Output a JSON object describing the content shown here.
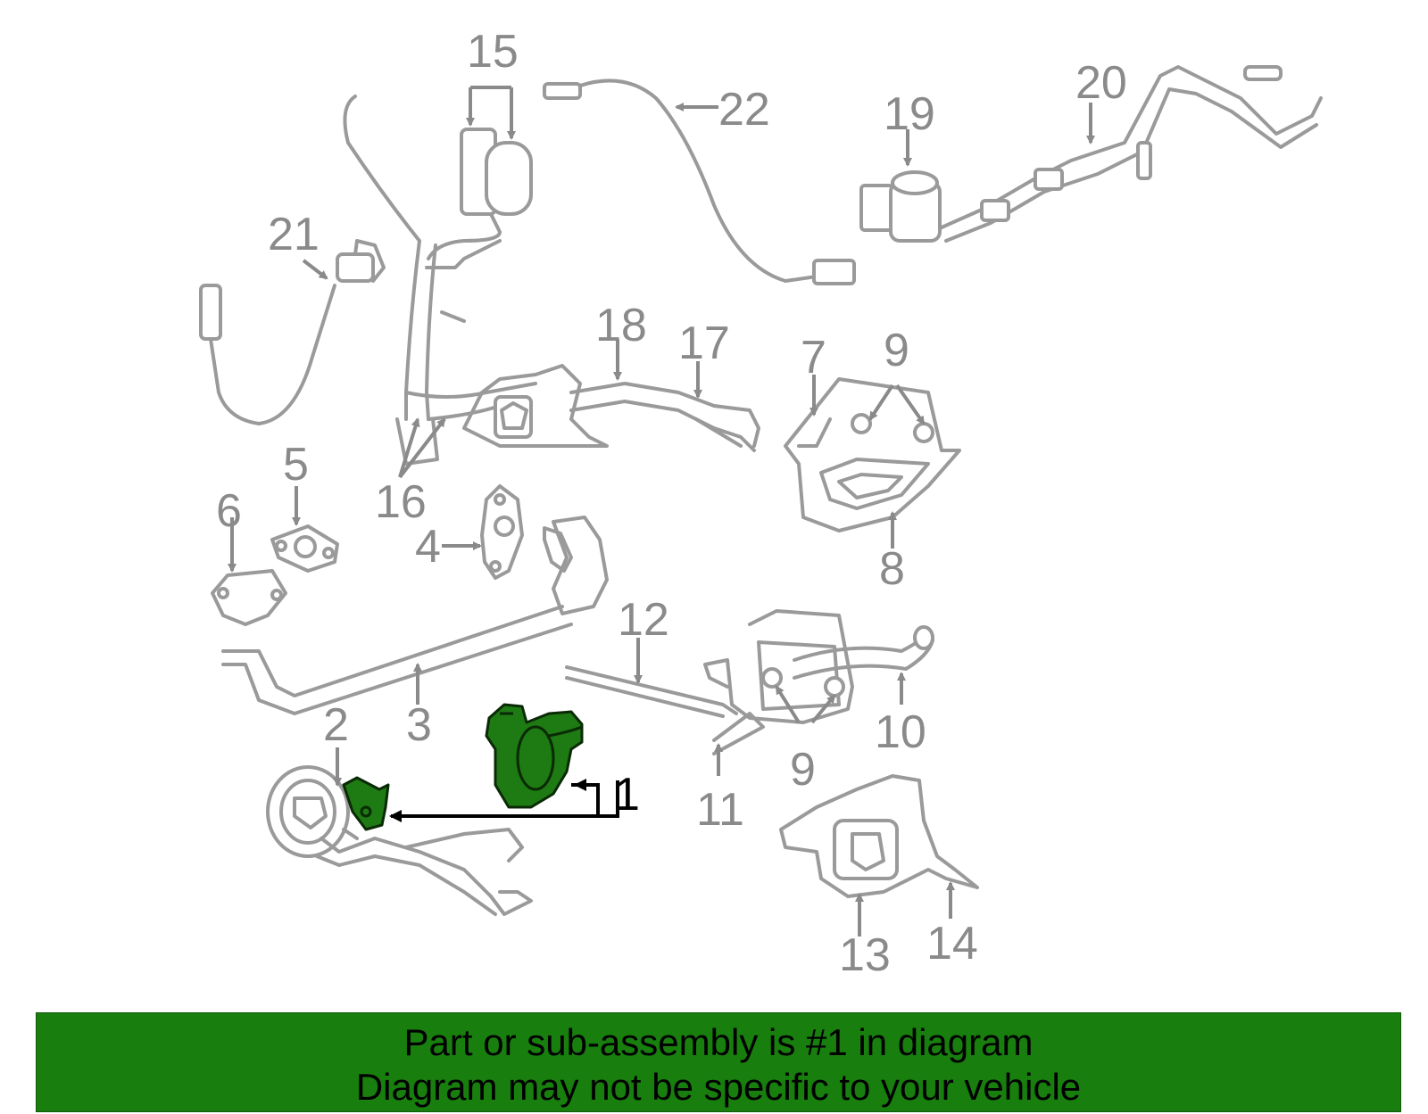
{
  "diagram": {
    "part_labels": [
      {
        "id": "1",
        "text": "1",
        "highlighted": true
      },
      {
        "id": "2",
        "text": "2"
      },
      {
        "id": "3",
        "text": "3"
      },
      {
        "id": "4",
        "text": "4"
      },
      {
        "id": "5",
        "text": "5"
      },
      {
        "id": "6",
        "text": "6"
      },
      {
        "id": "7",
        "text": "7"
      },
      {
        "id": "8",
        "text": "8"
      },
      {
        "id": "9a",
        "text": "9"
      },
      {
        "id": "9b",
        "text": "9"
      },
      {
        "id": "10",
        "text": "10"
      },
      {
        "id": "11",
        "text": "11"
      },
      {
        "id": "12",
        "text": "12"
      },
      {
        "id": "13",
        "text": "13"
      },
      {
        "id": "14",
        "text": "14"
      },
      {
        "id": "15",
        "text": "15"
      },
      {
        "id": "16",
        "text": "16"
      },
      {
        "id": "17",
        "text": "17"
      },
      {
        "id": "18",
        "text": "18"
      },
      {
        "id": "19",
        "text": "19"
      },
      {
        "id": "20",
        "text": "20"
      },
      {
        "id": "21",
        "text": "21"
      },
      {
        "id": "22",
        "text": "22"
      }
    ],
    "colors": {
      "highlight": "#1e7a12",
      "part_outline": "#9a9a9a",
      "label": "#8a8a8a",
      "banner": "#187e0e"
    }
  },
  "banner": {
    "line1": "Part or sub-assembly is #1 in diagram",
    "line2": "Diagram may not be specific to your vehicle"
  }
}
